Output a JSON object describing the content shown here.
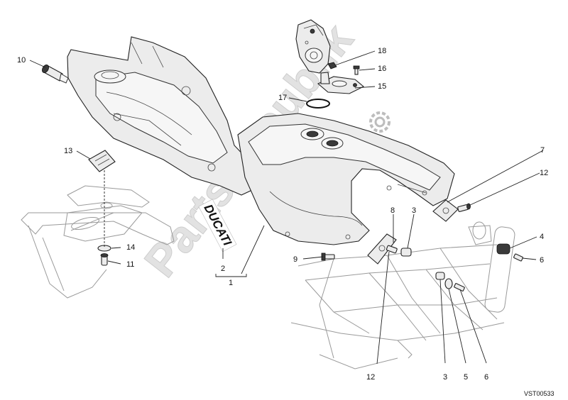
{
  "watermark": "PartsRepublik",
  "brand_decal": "DUCATI",
  "diagram_ref": "VST00533",
  "callouts": {
    "c1": "1",
    "c2": "2",
    "c3a": "3",
    "c3b": "3",
    "c4": "4",
    "c5": "5",
    "c6a": "6",
    "c6b": "6",
    "c7": "7",
    "c8": "8",
    "c9": "9",
    "c10": "10",
    "c11": "11",
    "c12a": "12",
    "c12b": "12",
    "c13": "13",
    "c14": "14",
    "c15": "15",
    "c16": "16",
    "c17": "17",
    "c18": "18"
  }
}
